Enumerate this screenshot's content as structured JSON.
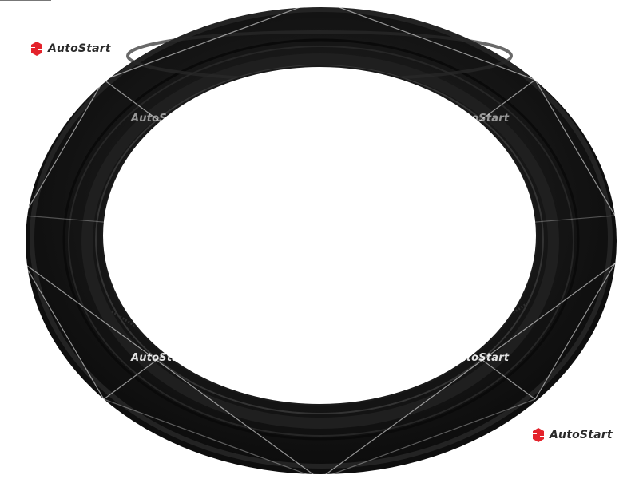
{
  "brand": {
    "name": "AutoStart",
    "color": "#e4222b",
    "text_color": "#2a2a2a"
  },
  "watermark": {
    "text": "AutoStart"
  },
  "product": {
    "subject": "black rubber seal ring",
    "ring_color": "#151515",
    "background": "#ffffff"
  },
  "icons": [
    "autostart-logo-icon"
  ]
}
